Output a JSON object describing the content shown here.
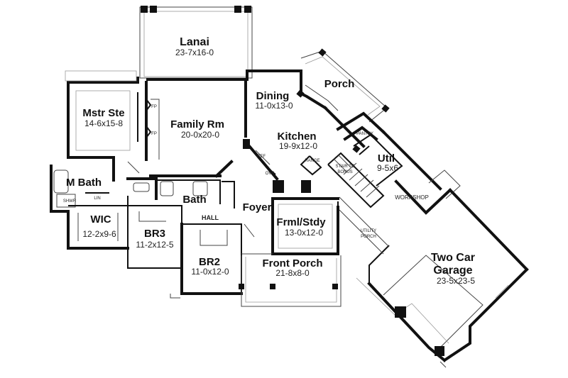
{
  "rooms": {
    "lanai": {
      "name": "Lanai",
      "dims": "23-7x16-0"
    },
    "dining": {
      "name": "Dining",
      "dims": "11-0x13-0"
    },
    "porch": {
      "name": "Porch"
    },
    "mstr_ste": {
      "name": "Mstr Ste",
      "dims": "14-6x15-8"
    },
    "family_rm": {
      "name": "Family Rm",
      "dims": "20-0x20-0"
    },
    "kitchen": {
      "name": "Kitchen",
      "dims": "19-9x12-0"
    },
    "util": {
      "name": "Util",
      "dims": "9-5x6"
    },
    "m_bath": {
      "name": "M Bath"
    },
    "bath": {
      "name": "Bath"
    },
    "foyer": {
      "name": "Foyer"
    },
    "hall": {
      "name": "HALL"
    },
    "wic": {
      "name": "WIC",
      "dims": "12-2x9-6"
    },
    "br3": {
      "name": "BR3",
      "dims": "11-2x12-5"
    },
    "br2": {
      "name": "BR2",
      "dims": "11-0x12-0"
    },
    "frml_stdy": {
      "name": "Frml/Stdy",
      "dims": "13-0x12-0"
    },
    "front_porch": {
      "name": "Front Porch",
      "dims": "21-8x8-0"
    },
    "garage": {
      "name1": "Two Car",
      "name2": "Garage",
      "dims": "23-5x23-5"
    }
  },
  "labels": {
    "fp": "FP",
    "pantry": "PANTRY",
    "ref": "REF",
    "ovs": "OVS",
    "range": "RANGE",
    "stair_line1": "STAIR TO",
    "stair_line2": "BONUS",
    "workshop": "WORKSHOP",
    "shwr": "SHWR",
    "lin": "LIN",
    "utility_line1": "UTILITY",
    "utility_line2": "PORCH"
  }
}
